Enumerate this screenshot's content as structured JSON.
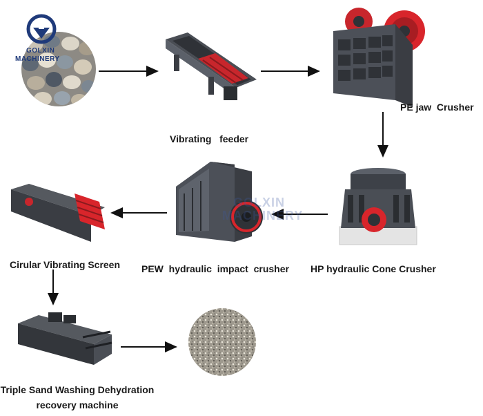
{
  "brand": {
    "logo_text_1": "GOLXIN",
    "logo_text_2": "MACHINERY",
    "watermark_1": "GOLXIN",
    "watermark_2": "MACHINERY"
  },
  "steps": [
    {
      "id": "raw-stones",
      "label": ""
    },
    {
      "id": "vibrating-feeder",
      "label": "Vibrating   feeder"
    },
    {
      "id": "pe-jaw-crusher",
      "label": "PE jaw  Crusher"
    },
    {
      "id": "hp-cone-crusher",
      "label": "HP hydraulic Cone Crusher"
    },
    {
      "id": "pew-impact-crusher",
      "label": "PEW  hydraulic  impact  crusher"
    },
    {
      "id": "circular-vibrating-screen",
      "label": "Cirular Vibrating Screen"
    },
    {
      "id": "sand-washing-machine",
      "label_line1": "Triple Sand Washing Dehydration",
      "label_line2": "recovery machine"
    },
    {
      "id": "finished-sand",
      "label": ""
    }
  ],
  "colors": {
    "machine_dark": "#3d4148",
    "machine_mid": "#5b6069",
    "accent_red": "#d8252b",
    "arrow": "#111111"
  }
}
